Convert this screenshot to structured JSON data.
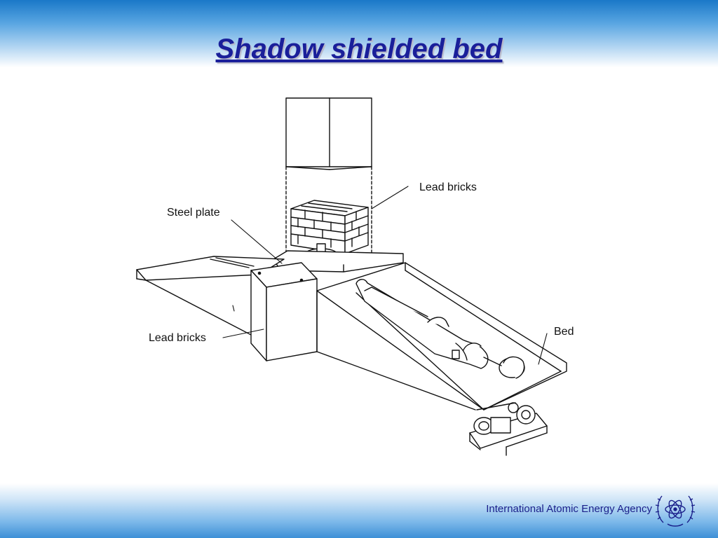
{
  "slide": {
    "title": "Shadow shielded bed"
  },
  "diagram": {
    "labels": {
      "lead_bricks_top": "Lead bricks",
      "steel_plate": "Steel plate",
      "lead_bricks_left": "Lead bricks",
      "bed": "Bed"
    }
  },
  "footer": {
    "organization": "International Atomic Energy Agency",
    "logo_icon": "iaea-emblem-icon"
  },
  "colors": {
    "title": "#1a1f9a",
    "footer_text": "#1a1f8a",
    "band_dark": "#1a78c8",
    "band_light": "#bfdcf4",
    "line_art": "#111111"
  }
}
